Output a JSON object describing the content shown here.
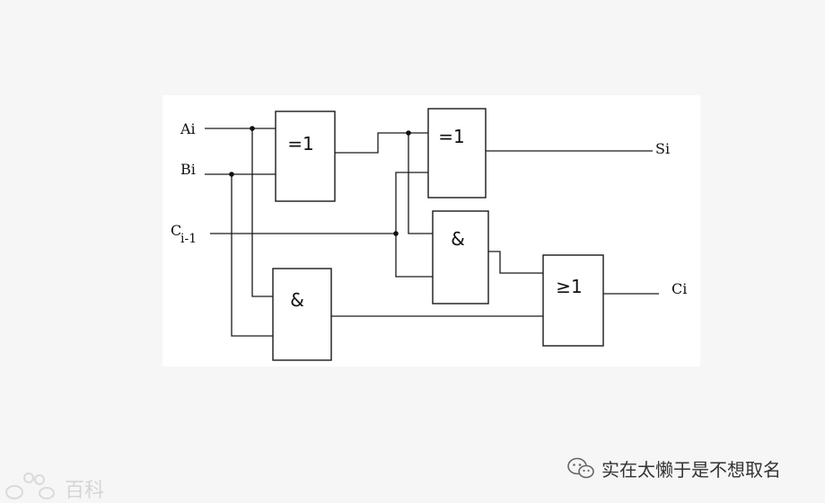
{
  "diagram": {
    "title": "Full adder logic circuit",
    "inputs": {
      "a": "Ai",
      "b": "Bi",
      "c_main": "C",
      "c_sub": "i-1"
    },
    "outputs": {
      "sum": "Si",
      "carry": "Ci"
    },
    "gates": {
      "xor1": "=1",
      "xor2": "=1",
      "and1": "&",
      "and2": "&",
      "or1": "≥1"
    }
  },
  "watermarks": {
    "baidu": "百科",
    "wechat_account": "实在太懒于是不想取名"
  },
  "colors": {
    "background": "#f6f6f6",
    "panel": "#ffffff",
    "ink": "#1a1a1a"
  }
}
